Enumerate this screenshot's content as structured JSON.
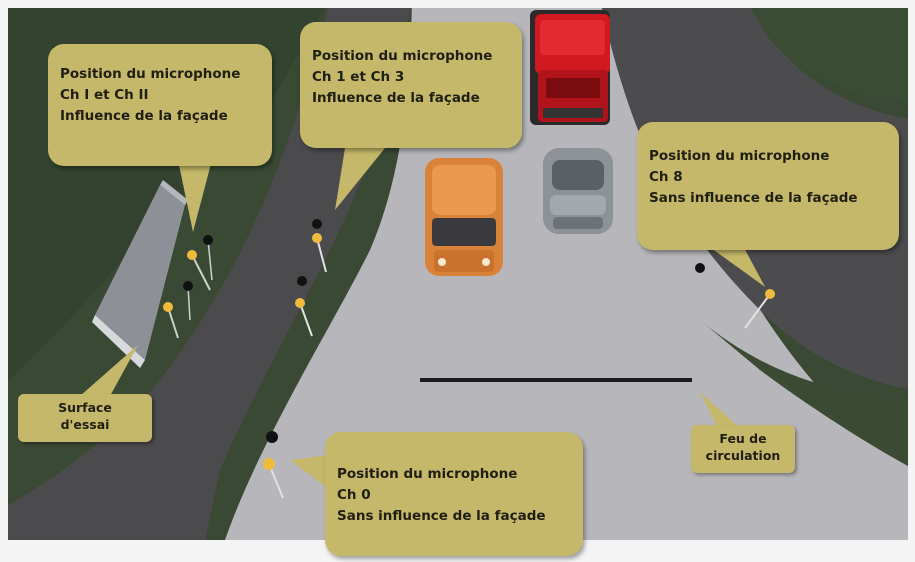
{
  "colors": {
    "callout_bg": "#c5b86a",
    "grass": "#3b4a35",
    "road_light": "#b8b8bc",
    "road_dark": "#4a4a4c",
    "truck": "#c8161c",
    "van": "#d9833a",
    "car": "#8c9298",
    "microphone": "#e8b03a"
  },
  "callouts": {
    "top_left": {
      "line1": "Position du microphone",
      "line2": "Ch I et Ch II",
      "line3": "Influence de la façade"
    },
    "top_center": {
      "line1": "Position du microphone",
      "line2": "Ch 1 et Ch 3",
      "line3": "Influence de la façade"
    },
    "right": {
      "line1": "Position du microphone",
      "line2": "Ch 8",
      "line3": "Sans influence de la façade"
    },
    "bottom_center": {
      "line1": "Position du microphone",
      "line2": "Ch 0",
      "line3": "Sans influence de la façade"
    }
  },
  "labels": {
    "test_surface": {
      "line1": "Surface",
      "line2": "d'essai"
    },
    "traffic_light": {
      "line1": "Feu de",
      "line2": "circulation"
    }
  }
}
